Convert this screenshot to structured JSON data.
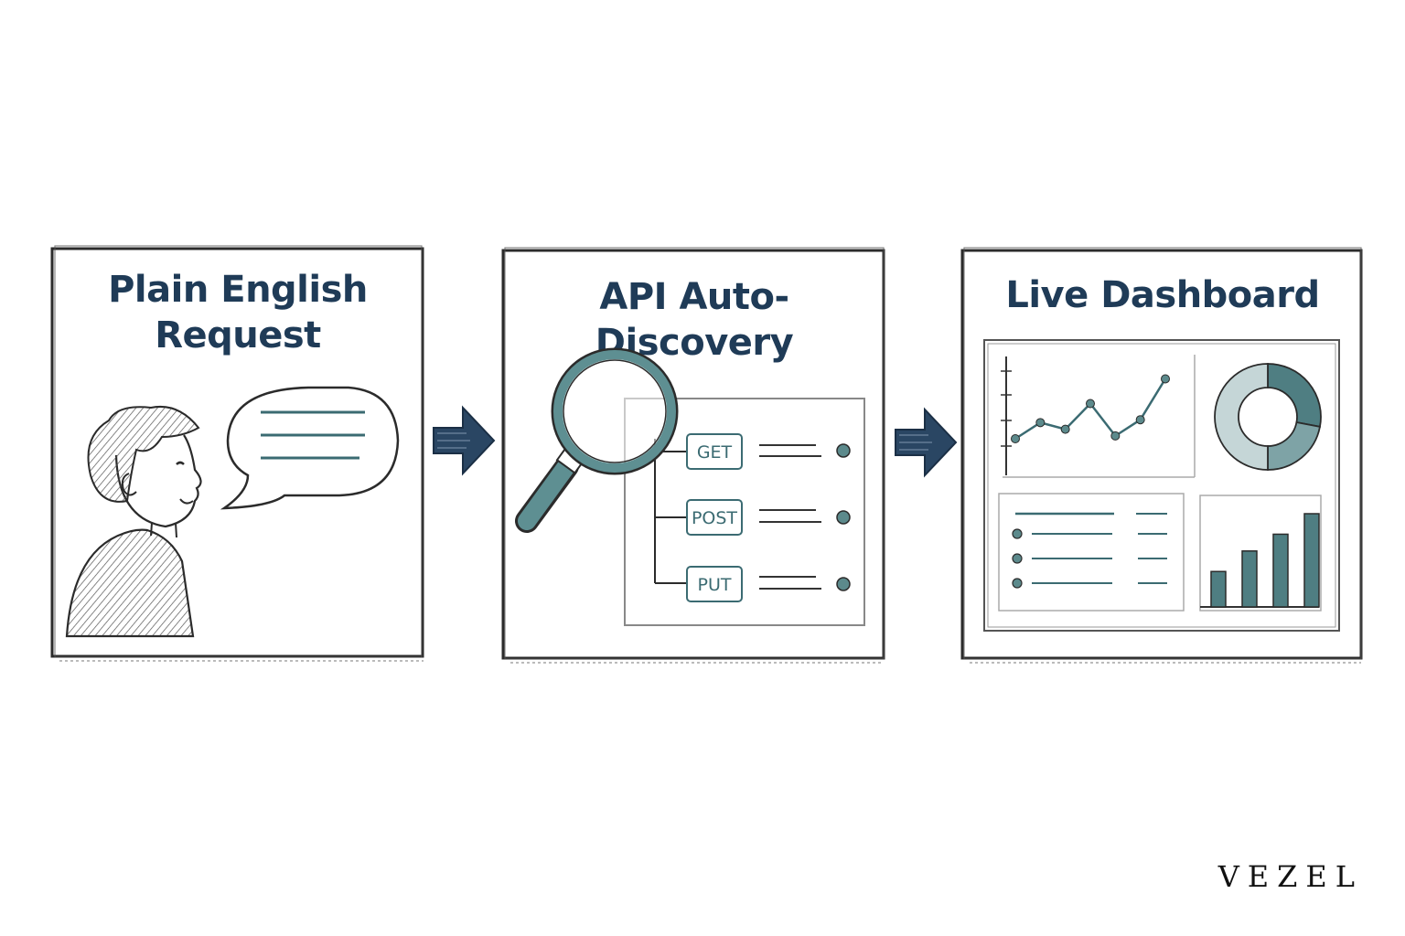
{
  "panels": [
    {
      "id": "request",
      "title_lines": [
        "Plain English",
        "Request"
      ]
    },
    {
      "id": "discovery",
      "title_lines": [
        "API Auto-Discovery"
      ],
      "methods": [
        "GET",
        "POST",
        "PUT"
      ]
    },
    {
      "id": "dashboard",
      "title_lines": [
        "Live Dashboard"
      ],
      "line_chart": [
        0.25,
        0.42,
        0.35,
        0.62,
        0.28,
        0.45,
        0.88
      ],
      "donut_segments": [
        0.28,
        0.22,
        0.5
      ],
      "bar_chart": [
        0.38,
        0.6,
        0.78,
        1.0
      ]
    }
  ],
  "brand": "VEZEL",
  "colors": {
    "ink": "#2b2b2b",
    "title": "#1f3b57",
    "teal": "#3b6b72",
    "teal_light": "#9fb9bb",
    "arrow": "#2a4663"
  }
}
